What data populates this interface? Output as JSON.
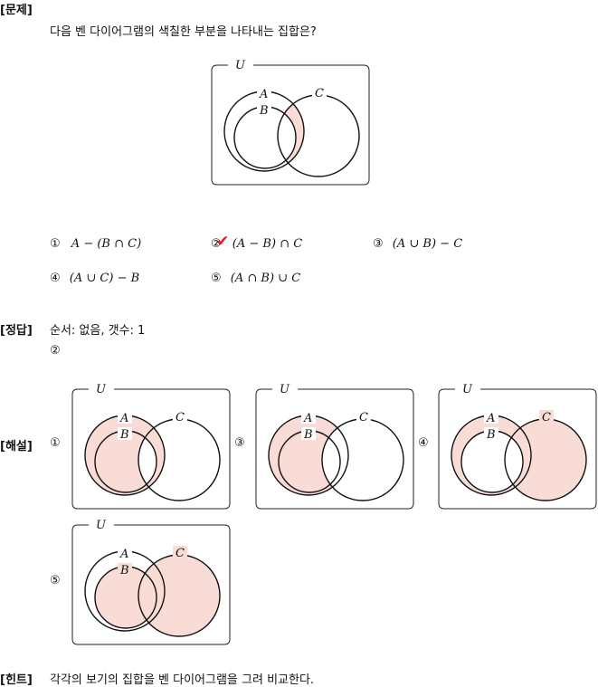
{
  "labels": {
    "problem": "[문제]",
    "answer": "[정답]",
    "explanation": "[해설]",
    "hint": "[힌트]"
  },
  "question": "다음 벤 다이어그램의 색칠한 부분을 나타내는 집합은?",
  "venn": {
    "universe": "U",
    "set_a": "A",
    "set_b": "B",
    "set_c": "C",
    "shade_color": "#f9dcd6"
  },
  "choices": [
    {
      "num": "①",
      "expr": "A − (B ∩ C)"
    },
    {
      "num": "②",
      "expr": "(A − B) ∩ C",
      "checked": true
    },
    {
      "num": "③",
      "expr": "(A ∪ B) − C"
    },
    {
      "num": "④",
      "expr": "(A ∪ C) − B"
    },
    {
      "num": "⑤",
      "expr": "(A ∩ B) ∪ C"
    }
  ],
  "check_mark": "✔",
  "check_color": "#e01b1b",
  "answer": {
    "meta": "순서: 없음,   갯수: 1",
    "value": "②"
  },
  "explanation_nums": [
    "①",
    "③",
    "④",
    "⑤"
  ],
  "hint": "각각의 보기의 집합을 벤 다이어그램을 그려 비교한다."
}
